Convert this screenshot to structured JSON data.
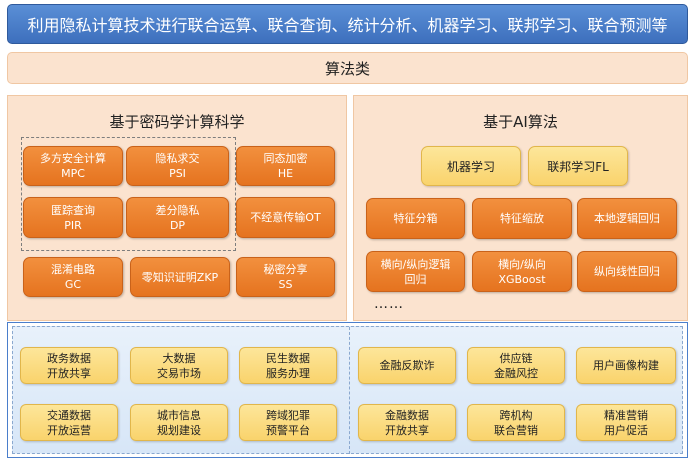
{
  "banner": {
    "text": "利用隐私计算技术进行联合运算、联合查询、统计分析、机器学习、联邦学习、联合预测等"
  },
  "algo_bar": {
    "text": "算法类"
  },
  "crypto": {
    "title": "基于密码学计算科学",
    "items": [
      "多方安全计算\nMPC",
      "隐私求交\nPSI",
      "同态加密\nHE",
      "匿踪查询\nPIR",
      "差分隐私\nDP",
      "不经意传输OT",
      "混淆电路\nGC",
      "零知识证明ZKP",
      "秘密分享\nSS"
    ]
  },
  "ai": {
    "title": "基于AI算法",
    "categories": [
      "机器学习",
      "联邦学习FL"
    ],
    "items": [
      "特征分箱",
      "特征缩放",
      "本地逻辑回归",
      "横向/纵向逻辑\n回归",
      "横向/纵向\nXGBoost",
      "纵向线性回归"
    ],
    "more": "……"
  },
  "apps": {
    "left": [
      "政务数据\n开放共享",
      "大数据\n交易市场",
      "民生数据\n服务办理",
      "交通数据\n开放运营",
      "城市信息\n规划建设",
      "跨域犯罪\n预警平台"
    ],
    "right": [
      "金融反欺诈",
      "供应链\n金融风控",
      "用户画像构建",
      "金融数据\n开放共享",
      "跨机构\n联合营销",
      "精准营销\n用户促活"
    ]
  },
  "colors": {
    "banner": "#4a7ecb",
    "panel_bg": "#fbe3cf",
    "orange_box": "#ec8230",
    "yellow_box": "#fbdc80",
    "app_bg": "#e0ecf8"
  }
}
